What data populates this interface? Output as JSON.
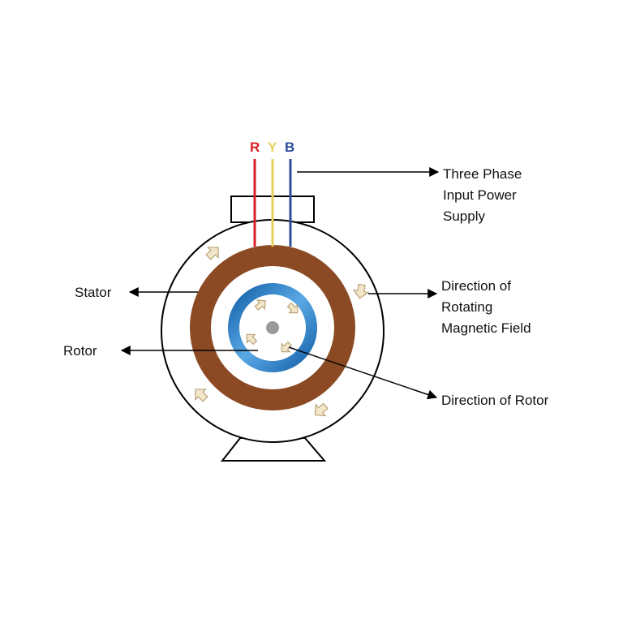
{
  "phases": [
    {
      "letter": "R",
      "color": "#d81f26"
    },
    {
      "letter": "Y",
      "color": "#e6d25a"
    },
    {
      "letter": "B",
      "color": "#2d4f99"
    }
  ],
  "labels": {
    "supply": [
      "Three Phase",
      "Input Power",
      "Supply"
    ],
    "field": [
      "Direction of",
      "Rotating",
      "Magnetic Field"
    ],
    "stator": "Stator",
    "rotor": "Rotor",
    "rotor_direction": "Direction of Rotor"
  },
  "colors": {
    "stator": "#8b4a24",
    "rotor_dark": "#1561a8",
    "rotor_light": "#5aa9e6",
    "shaft": "#9a9a9a",
    "arrow_fill": "#f3e7c9",
    "arrow_stroke": "#b9a27a",
    "outline": "#000000"
  }
}
